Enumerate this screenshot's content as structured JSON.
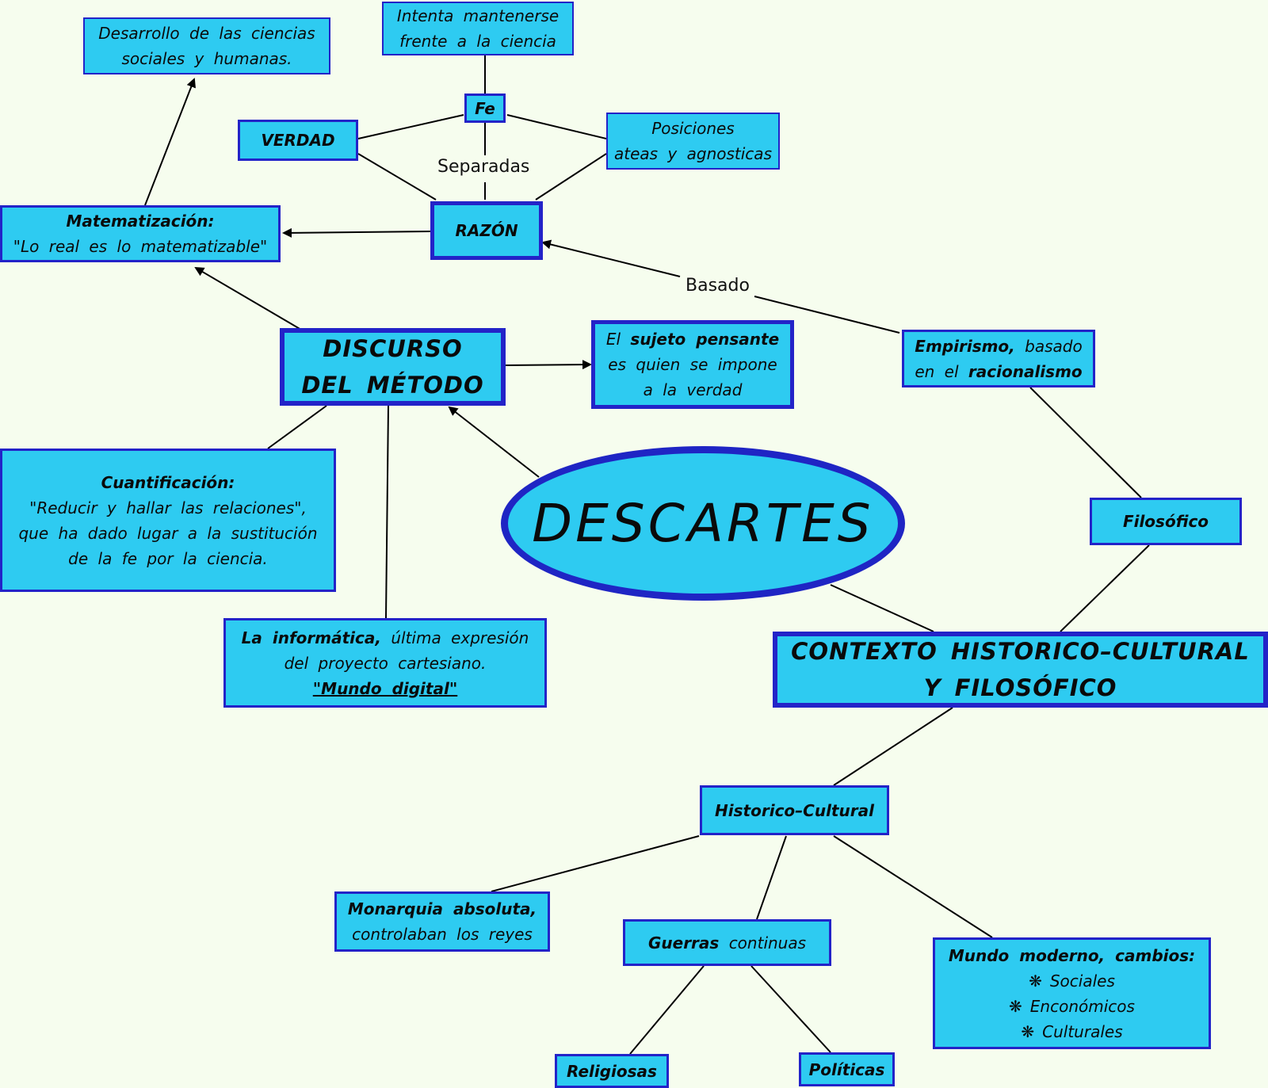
{
  "center": "DESCARTES",
  "nodes": {
    "desarrollo": "Desarrollo  de  las  ciencias\nsociales  y  humanas.",
    "intenta": "Intenta  mantenerse\nfrente  a  la  ciencia",
    "fe": "Fe",
    "verdad": "VERDAD",
    "posiciones": "Posiciones\nateas  y  agnosticas",
    "matematizacion_title": "Matematización:",
    "matematizacion_text": "\"Lo  real  es  lo  matematizable\"",
    "razon": "RAZÓN",
    "discurso_line1": "DISCURSO",
    "discurso_line2": "DEL  MÉTODO",
    "sujeto_el": "El",
    "sujeto_bold": "sujeto  pensante",
    "sujeto_rest": "es  quien  se  impone\na  la  verdad",
    "empirismo_bold": "Empirismo,",
    "empirismo_basado": "basado",
    "empirismo_en": "en  el",
    "empirismo_racionalismo": "racionalismo",
    "cuantificacion_title": "Cuantificación:",
    "cuantificacion_text": "\"Reducir  y  hallar  las  relaciones\",\nque  ha  dado  lugar  a  la  sustitución\nde  la  fe  por  la  ciencia.",
    "filosofico": "Filosófico",
    "informatica_bold": "La  informática,",
    "informatica_text1": "última  expresión",
    "informatica_text2": "del  proyecto  cartesiano.",
    "informatica_underline": "\"Mundo  digital\"",
    "contexto_line1": "CONTEXTO  HISTORICO–CULTURAL",
    "contexto_line2": "Y  FILOSÓFICO",
    "historico": "Historico–Cultural",
    "monarquia_bold": "Monarquia  absoluta,",
    "monarquia_text": "controlaban  los  reyes",
    "guerras_bold": "Guerras",
    "guerras_text": "continuas",
    "mundo_title": "Mundo  moderno,  cambios:",
    "mundo_items": [
      "Sociales",
      "Enconómicos",
      "Culturales"
    ],
    "religiosas": "Religiosas",
    "politicas": "Políticas"
  },
  "labels": {
    "separadas": "Separadas",
    "basado": "Basado"
  },
  "colors": {
    "node_fill": "#2ecbf1",
    "node_border": "#2323c8",
    "background": "#f6fdee"
  }
}
